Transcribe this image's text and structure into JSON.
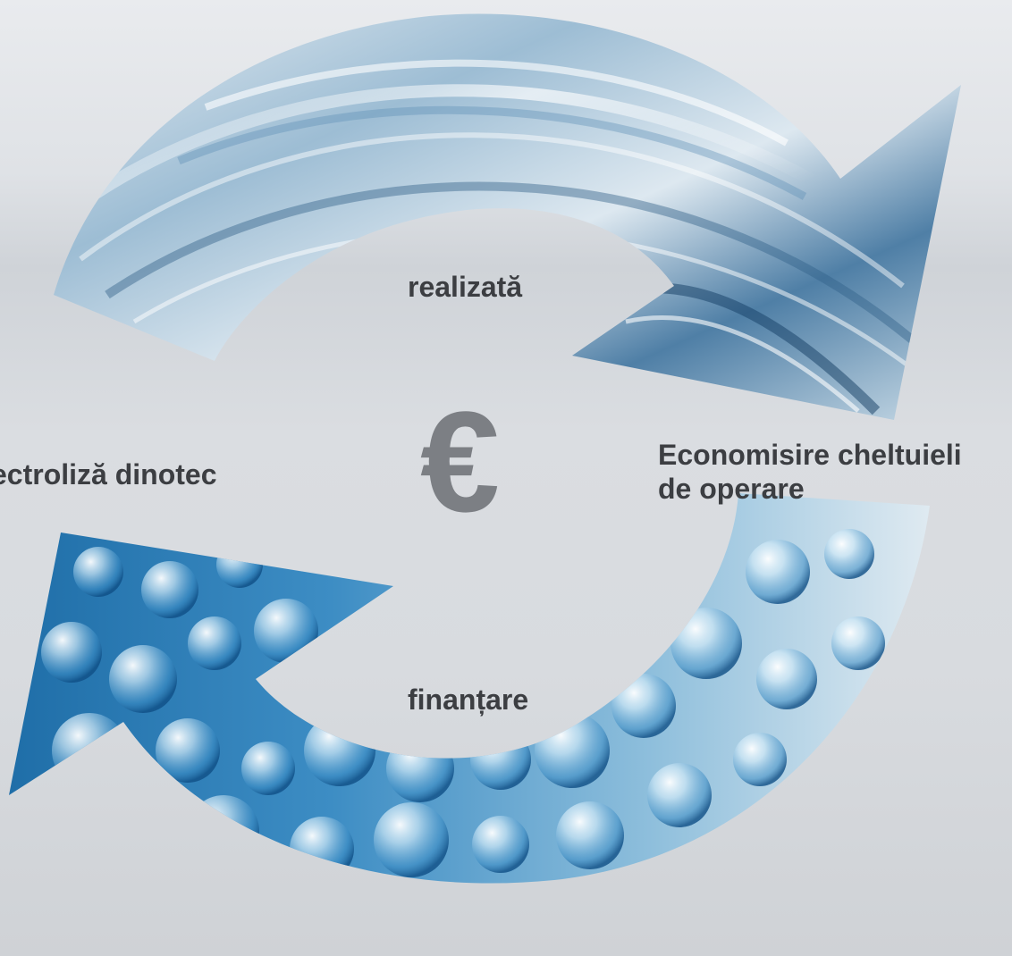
{
  "labels": {
    "top": "realizată",
    "bottom": "finanțare",
    "left": "ectroliză dinotec",
    "right_line1": "Economisire cheltuieli",
    "right_line2": "de operare"
  },
  "center_symbol": "€",
  "icons": {
    "upper_arrow": "water-swirl-arrow",
    "lower_arrow": "water-bubbles-arrow"
  },
  "colors": {
    "text": "#3c3e42",
    "euro": "#7c7f84",
    "background": "#dadde1",
    "water_light": "#cfe2ee",
    "water_mid": "#6aa3c7",
    "water_dark": "#1e5f94"
  }
}
